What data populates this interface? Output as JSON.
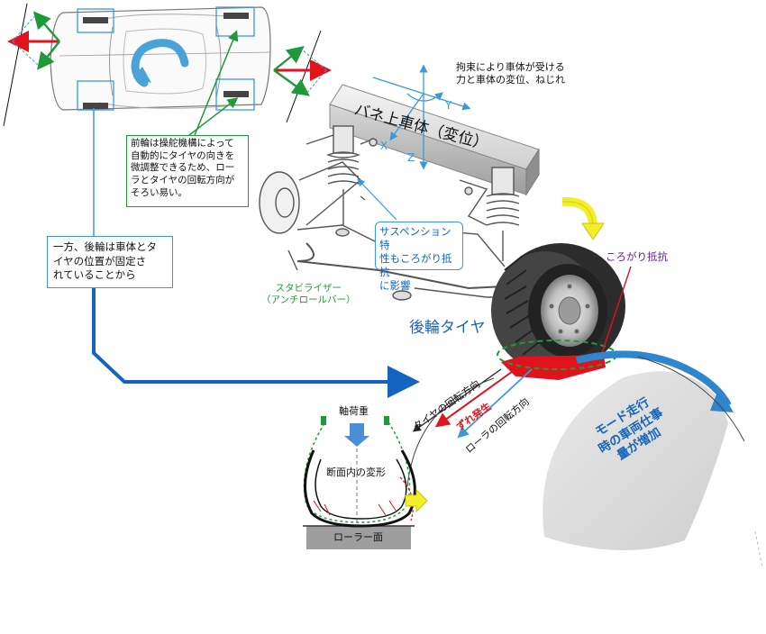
{
  "labels": {
    "force_caption": "拘束により車体が受ける\n力と車体の変位、ねじれ",
    "body_beam": "バネ上車体（変位）",
    "axis_x": "X",
    "axis_y": "Y",
    "axis_z": "Z",
    "front_note": "前輪は操舵機構によって\n自動的にタイヤの向きを\n微調整できるため、ロー\nラとタイヤの回転方向が\nそろい易い。",
    "rear_note": "一方、後輪は車体とタ\nイヤの位置が固定さ\nれていることから",
    "suspension_note": "サスペンション特\n性もころがり抵抗\nに影響",
    "stabilizer": "スタビライザー\n（アンチロールバー）",
    "rear_tire": "後輪タイヤ",
    "rolling_resistance": "ころがり抵抗",
    "tire_direction": "タイヤの回転方向",
    "slip": "ずれ発生",
    "roller_direction": "ローラの回転方向",
    "mode_note": "モード走行\n時の車両仕事\n量が増加",
    "axle_load": "軸荷重",
    "section_deformation": "断面内の変形",
    "roller_surface": "ローラー面"
  },
  "colors": {
    "green": "#1f9a3a",
    "red": "#e0121b",
    "blue_arrow": "#1565c0",
    "light_blue": "#3a9ad9",
    "yellow": "#f2ee2a",
    "purple": "#6a1b9a",
    "roller_gray": "#9e9e9e"
  },
  "icons": [
    "car-top-view",
    "suspension-assembly",
    "tire-icon",
    "yellow-curved-arrow",
    "blue-curved-arrow",
    "tire-cross-section"
  ]
}
